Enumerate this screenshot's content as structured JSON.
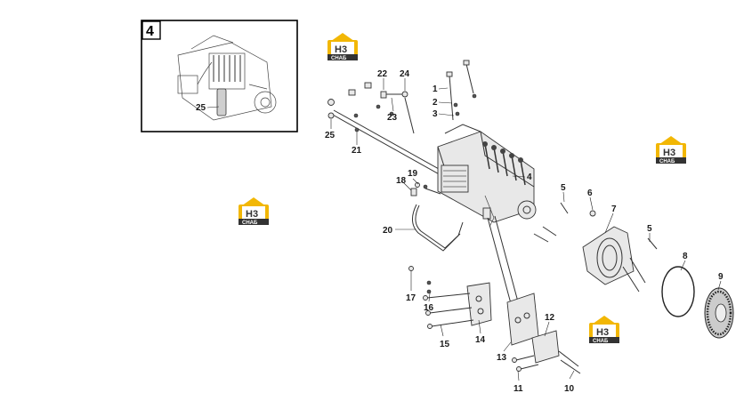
{
  "inset": {
    "number": "4",
    "callout": "25"
  },
  "logo": {
    "top": "H3",
    "bottom": "CHAБ",
    "accent": "#f2b705",
    "dark": "#333333"
  },
  "callouts": [
    "1",
    "2",
    "3",
    "4",
    "5",
    "5",
    "6",
    "7",
    "8",
    "9",
    "10",
    "11",
    "12",
    "13",
    "14",
    "15",
    "16",
    "17",
    "18",
    "19",
    "20",
    "21",
    "22",
    "23",
    "24",
    "25"
  ]
}
